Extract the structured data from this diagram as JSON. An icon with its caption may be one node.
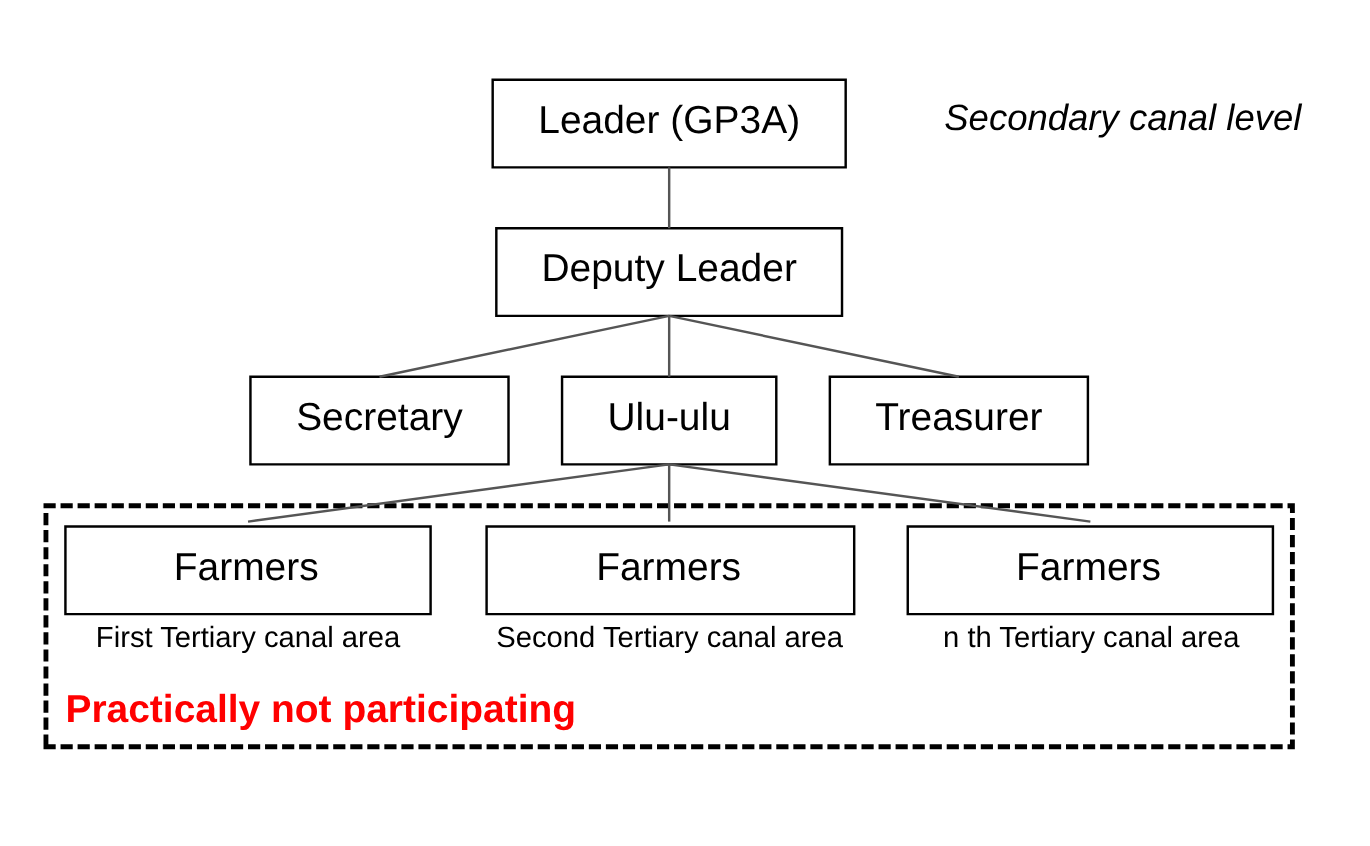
{
  "diagram": {
    "nodes": [
      {
        "text": [
          "Leader (GP3A)"
        ]
      },
      {
        "text": [
          "Deputy Leader"
        ]
      },
      {
        "text": [
          "Secretary"
        ]
      },
      {
        "text": [
          "Ulu-ulu"
        ]
      },
      {
        "text": [
          "Treasurer"
        ]
      },
      {
        "text": [
          "Practically not participating"
        ]
      },
      {
        "text": [
          "Farmers"
        ],
        "in": 5,
        "beside": [
          "First Tertiary canal area"
        ]
      },
      {
        "text": [
          "Farmers"
        ],
        "in": 5,
        "beside": [
          "Second Tertiary canal area"
        ]
      },
      {
        "text": [
          "Farmers"
        ],
        "in": 5,
        "beside": [
          "n th Tertiary canal area"
        ]
      }
    ],
    "edges": [
      {
        "from": 0,
        "to": 1,
        "arrow": "none"
      },
      {
        "from": 1,
        "to": 2,
        "arrow": "none"
      },
      {
        "from": 1,
        "to": 3,
        "arrow": "none"
      },
      {
        "from": 1,
        "to": 4,
        "arrow": "none"
      },
      {
        "from": 3,
        "to": 6,
        "arrow": "none"
      },
      {
        "from": 3,
        "to": 7,
        "arrow": "none"
      },
      {
        "from": 3,
        "to": 8,
        "arrow": "none"
      }
    ],
    "labels": [
      "Secondary canal level"
    ]
  }
}
